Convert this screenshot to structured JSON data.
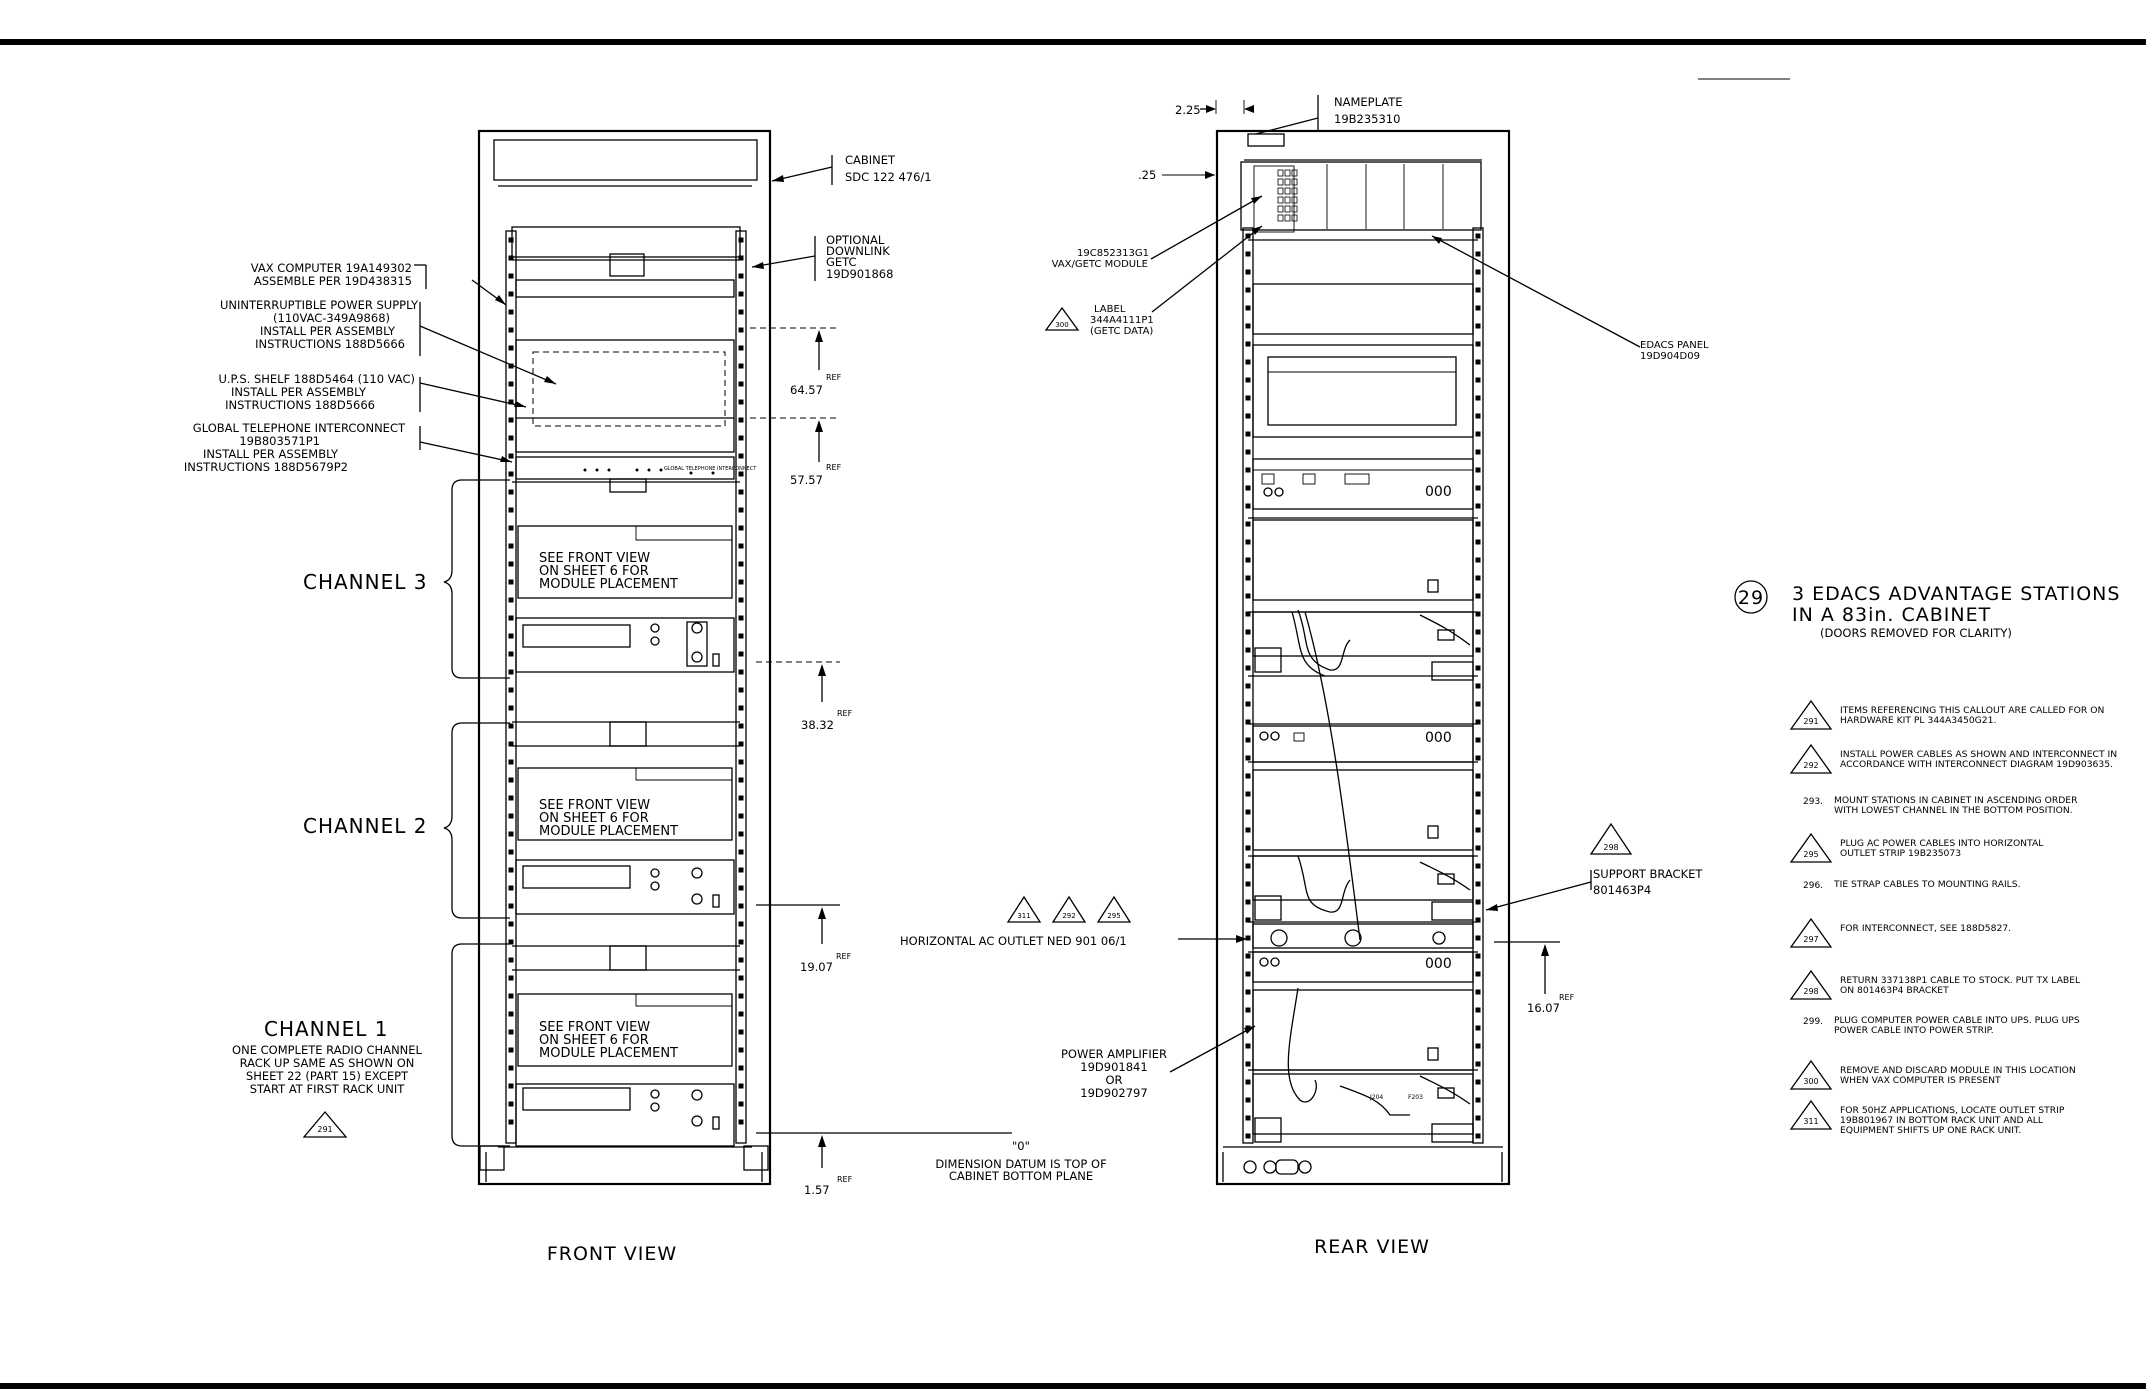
{
  "front": {
    "view_label": "FRONT VIEW",
    "cabinet": [
      "CABINET",
      "SDC 122 476/1"
    ],
    "optional": [
      "OPTIONAL",
      "DOWNLINK",
      "GETC",
      "19D901868"
    ],
    "vax": [
      "VAX COMPUTER 19A149302",
      "ASSEMBLE PER 19D438315"
    ],
    "ups": [
      "UNINTERRUPTIBLE POWER SUPPLY",
      "(110VAC-349A9868)",
      "INSTALL PER ASSEMBLY",
      "INSTRUCTIONS 188D5666"
    ],
    "ups_shelf": [
      "U.P.S. SHELF 188D5464 (110 VAC)",
      "INSTALL PER ASSEMBLY",
      "INSTRUCTIONS 188D5666"
    ],
    "gti": [
      "GLOBAL TELEPHONE INTERCONNECT",
      "19B803571P1",
      "INSTALL PER ASSEMBLY",
      "INSTRUCTIONS 188D5679P2"
    ],
    "gti_panel_text": "GLOBAL TELEPHONE INTERCONNECT",
    "channel3": "CHANNEL 3",
    "channel2": "CHANNEL 2",
    "channel1": "CHANNEL 1",
    "channel1_desc": [
      "ONE COMPLETE RADIO CHANNEL",
      "RACK UP SAME AS SHOWN ON",
      "SHEET 22 (PART 15) EXCEPT",
      "START AT FIRST RACK UNIT"
    ],
    "see_front": [
      "SEE FRONT VIEW",
      "ON SHEET 6 FOR",
      "MODULE PLACEMENT"
    ],
    "callout_291": "291",
    "dims": [
      {
        "value": "64.57",
        "ref": "REF"
      },
      {
        "value": "57.57",
        "ref": "REF"
      },
      {
        "value": "38.32",
        "ref": "REF"
      },
      {
        "value": "19.07",
        "ref": "REF"
      },
      {
        "value": "1.57",
        "ref": "REF"
      }
    ],
    "datum_zero": "\"0\"",
    "datum": [
      "DIMENSION DATUM IS TOP OF",
      "CABINET BOTTOM PLANE"
    ]
  },
  "rear": {
    "view_label": "REAR VIEW",
    "dim_225": "2.25",
    "dim_25": ".25",
    "nameplate": [
      "NAMEPLATE",
      "19B235310"
    ],
    "vax_getc": [
      "19C852313G1",
      "VAX/GETC MODULE"
    ],
    "label_getc": [
      "LABEL",
      "344A4111P1",
      "(GETC DATA)"
    ],
    "callout_300": "300",
    "edacs_panel": [
      "EDACS PANEL",
      "19D904D09"
    ],
    "support_bracket": [
      "SUPPORT BRACKET",
      "801463P4"
    ],
    "callout_298": "298",
    "callouts_outlet": [
      "311",
      "292",
      "295"
    ],
    "horizontal_outlet": "HORIZONTAL AC OUTLET NED 901 06/1",
    "dim_1607": {
      "value": "16.07",
      "ref": "REF"
    },
    "power_amp": [
      "POWER AMPLIFIER",
      "19D901841",
      "OR",
      "19D902797"
    ]
  },
  "title_block": {
    "number": "29",
    "line1": "3 EDACS ADVANTAGE STATIONS",
    "line2": "IN A 83in. CABINET",
    "line3": "(DOORS REMOVED FOR CLARITY)"
  },
  "notes": [
    {
      "id": "291",
      "tri": true,
      "lines": [
        "ITEMS REFERENCING THIS CALLOUT ARE CALLED FOR ON",
        "HARDWARE KIT PL 344A3450G21."
      ]
    },
    {
      "id": "292",
      "tri": true,
      "lines": [
        "INSTALL POWER CABLES AS SHOWN AND INTERCONNECT IN",
        "ACCORDANCE WITH INTERCONNECT DIAGRAM 19D903635."
      ]
    },
    {
      "id": "293.",
      "tri": false,
      "lines": [
        "MOUNT STATIONS IN CABINET IN ASCENDING ORDER",
        "WITH LOWEST CHANNEL IN THE BOTTOM POSITION."
      ]
    },
    {
      "id": "295",
      "tri": true,
      "lines": [
        "PLUG AC POWER CABLES INTO HORIZONTAL",
        "OUTLET STRIP 19B235073"
      ]
    },
    {
      "id": "296.",
      "tri": false,
      "lines": [
        "TIE STRAP CABLES TO MOUNTING RAILS."
      ]
    },
    {
      "id": "297",
      "tri": true,
      "lines": [
        "FOR INTERCONNECT, SEE 188D5827."
      ]
    },
    {
      "id": "298",
      "tri": true,
      "lines": [
        "RETURN 337138P1 CABLE TO STOCK. PUT TX LABEL",
        "ON 801463P4 BRACKET"
      ]
    },
    {
      "id": "299.",
      "tri": false,
      "lines": [
        "PLUG COMPUTER POWER CABLE INTO UPS. PLUG UPS",
        "POWER CABLE INTO POWER STRIP."
      ]
    },
    {
      "id": "300",
      "tri": true,
      "lines": [
        "REMOVE AND DISCARD MODULE IN THIS LOCATION",
        "WHEN VAX COMPUTER IS PRESENT"
      ]
    },
    {
      "id": "311",
      "tri": true,
      "lines": [
        "FOR 50HZ APPLICATIONS, LOCATE OUTLET STRIP",
        "19B801967 IN BOTTOM RACK UNIT AND ALL",
        "EQUIPMENT SHIFTS UP ONE RACK UNIT."
      ]
    }
  ]
}
